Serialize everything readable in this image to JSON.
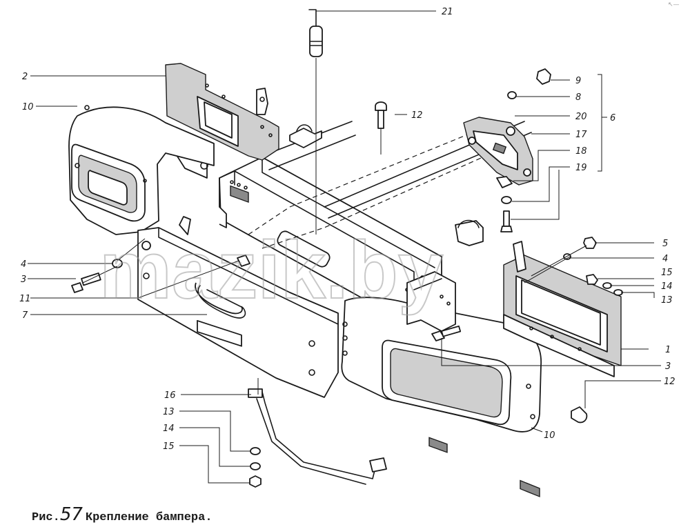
{
  "caption": {
    "prefix": "Рис.",
    "figure_number": "57",
    "title": "Крепление бампера."
  },
  "watermark": "mazik.by",
  "corner_mark": "↖—",
  "callouts": [
    {
      "id": "c21",
      "label": "21"
    },
    {
      "id": "c2",
      "label": "2"
    },
    {
      "id": "c10a",
      "label": "10"
    },
    {
      "id": "c12a",
      "label": "12"
    },
    {
      "id": "c9",
      "label": "9"
    },
    {
      "id": "c8",
      "label": "8"
    },
    {
      "id": "c20",
      "label": "20"
    },
    {
      "id": "c6",
      "label": "6"
    },
    {
      "id": "c17",
      "label": "17"
    },
    {
      "id": "c18",
      "label": "18"
    },
    {
      "id": "c19",
      "label": "19"
    },
    {
      "id": "c5",
      "label": "5"
    },
    {
      "id": "c4b",
      "label": "4"
    },
    {
      "id": "c15b",
      "label": "15"
    },
    {
      "id": "c14b",
      "label": "14"
    },
    {
      "id": "c13b",
      "label": "13"
    },
    {
      "id": "c4a",
      "label": "4"
    },
    {
      "id": "c3a",
      "label": "3"
    },
    {
      "id": "c11",
      "label": "11"
    },
    {
      "id": "c7",
      "label": "7"
    },
    {
      "id": "c1",
      "label": "1"
    },
    {
      "id": "c3b",
      "label": "3"
    },
    {
      "id": "c12b",
      "label": "12"
    },
    {
      "id": "c16",
      "label": "16"
    },
    {
      "id": "c13a",
      "label": "13"
    },
    {
      "id": "c14a",
      "label": "14"
    },
    {
      "id": "c15a",
      "label": "15"
    },
    {
      "id": "c10b",
      "label": "10"
    }
  ]
}
